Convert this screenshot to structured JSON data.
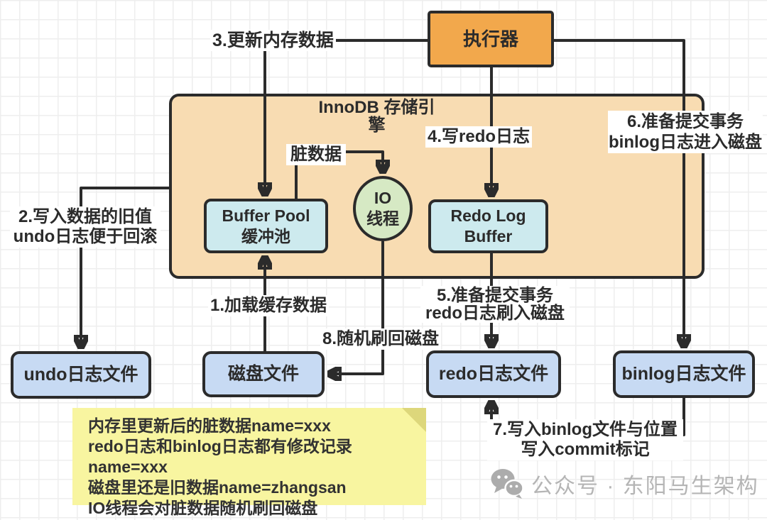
{
  "nodes": {
    "executor": "执行器",
    "innodb": [
      "InnoDB",
      "存储引擎"
    ],
    "buffer_pool": [
      "Buffer Pool",
      "缓冲池"
    ],
    "io_thread": [
      "IO",
      "线程"
    ],
    "redo_log_buffer": [
      "Redo Log",
      "Buffer"
    ],
    "undo_file": "undo日志文件",
    "disk_file": "磁盘文件",
    "redo_file": "redo日志文件",
    "binlog_file": "binlog日志文件"
  },
  "labels": {
    "step1": "1.加载缓存数据",
    "step2": [
      "2.写入数据的旧值",
      "undo日志便于回滚"
    ],
    "step3": "3.更新内存数据",
    "step4": "4.写redo日志",
    "step5": [
      "5.准备提交事务",
      "redo日志刷入磁盘"
    ],
    "step6": [
      "6.准备提交事务",
      "binlog日志进入磁盘"
    ],
    "step7": [
      "7.写入binlog文件与位置",
      "写入commit标记"
    ],
    "step8": "8.随机刷回磁盘",
    "dirty_data": "脏数据"
  },
  "note": {
    "lines": [
      "内存里更新后的脏数据name=xxx",
      "redo日志和binlog日志都有修改记录name=xxx",
      "磁盘里还是旧数据name=zhangsan",
      "IO线程会对脏数据随机刷回磁盘"
    ]
  },
  "watermark": {
    "icon": "wechat-icon",
    "text": "公众号 · 东阳马生架构"
  },
  "colors": {
    "executor_fill": "#f2a84c",
    "engine_fill": "#f8dcb2",
    "buffer_fill": "#cdeaee",
    "io_thread_fill": "#d6e9c4",
    "file_fill": "#c7daf3",
    "note_fill": "#f8f5a0",
    "line_stroke": "#2b2b2b",
    "watermark_gray": "#b5b5b5"
  }
}
